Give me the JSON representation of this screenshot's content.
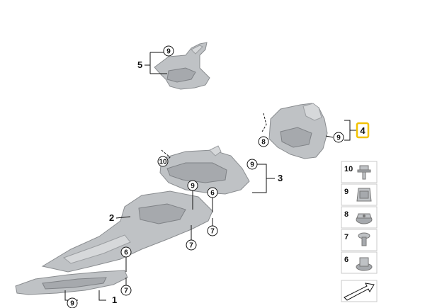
{
  "diagram": {
    "callouts_plain": [
      {
        "id": "label-1",
        "text": "1"
      },
      {
        "id": "label-2",
        "text": "2"
      },
      {
        "id": "label-3",
        "text": "3"
      },
      {
        "id": "label-4",
        "text": "4"
      },
      {
        "id": "label-5",
        "text": "5"
      }
    ],
    "callouts_circled": [
      {
        "id": "c9-top",
        "text": "9"
      },
      {
        "id": "c9-right",
        "text": "9"
      },
      {
        "id": "c8",
        "text": "8"
      },
      {
        "id": "c10",
        "text": "10"
      },
      {
        "id": "c9-part3",
        "text": "9"
      },
      {
        "id": "c9-mid",
        "text": "9"
      },
      {
        "id": "c6-mid",
        "text": "6"
      },
      {
        "id": "c7-mid",
        "text": "7"
      },
      {
        "id": "c7-left",
        "text": "7"
      },
      {
        "id": "c6-low",
        "text": "6"
      },
      {
        "id": "c7-low",
        "text": "7"
      },
      {
        "id": "c9-bottom",
        "text": "9"
      }
    ],
    "legend": [
      {
        "num": "10",
        "icon": "bolt-flange-icon"
      },
      {
        "num": "9",
        "icon": "clip-nut-icon"
      },
      {
        "num": "8",
        "icon": "hex-nut-icon"
      },
      {
        "num": "7",
        "icon": "push-rivet-icon"
      },
      {
        "num": "6",
        "icon": "expanding-nut-icon"
      }
    ],
    "highlight_color": "#f2c200"
  }
}
